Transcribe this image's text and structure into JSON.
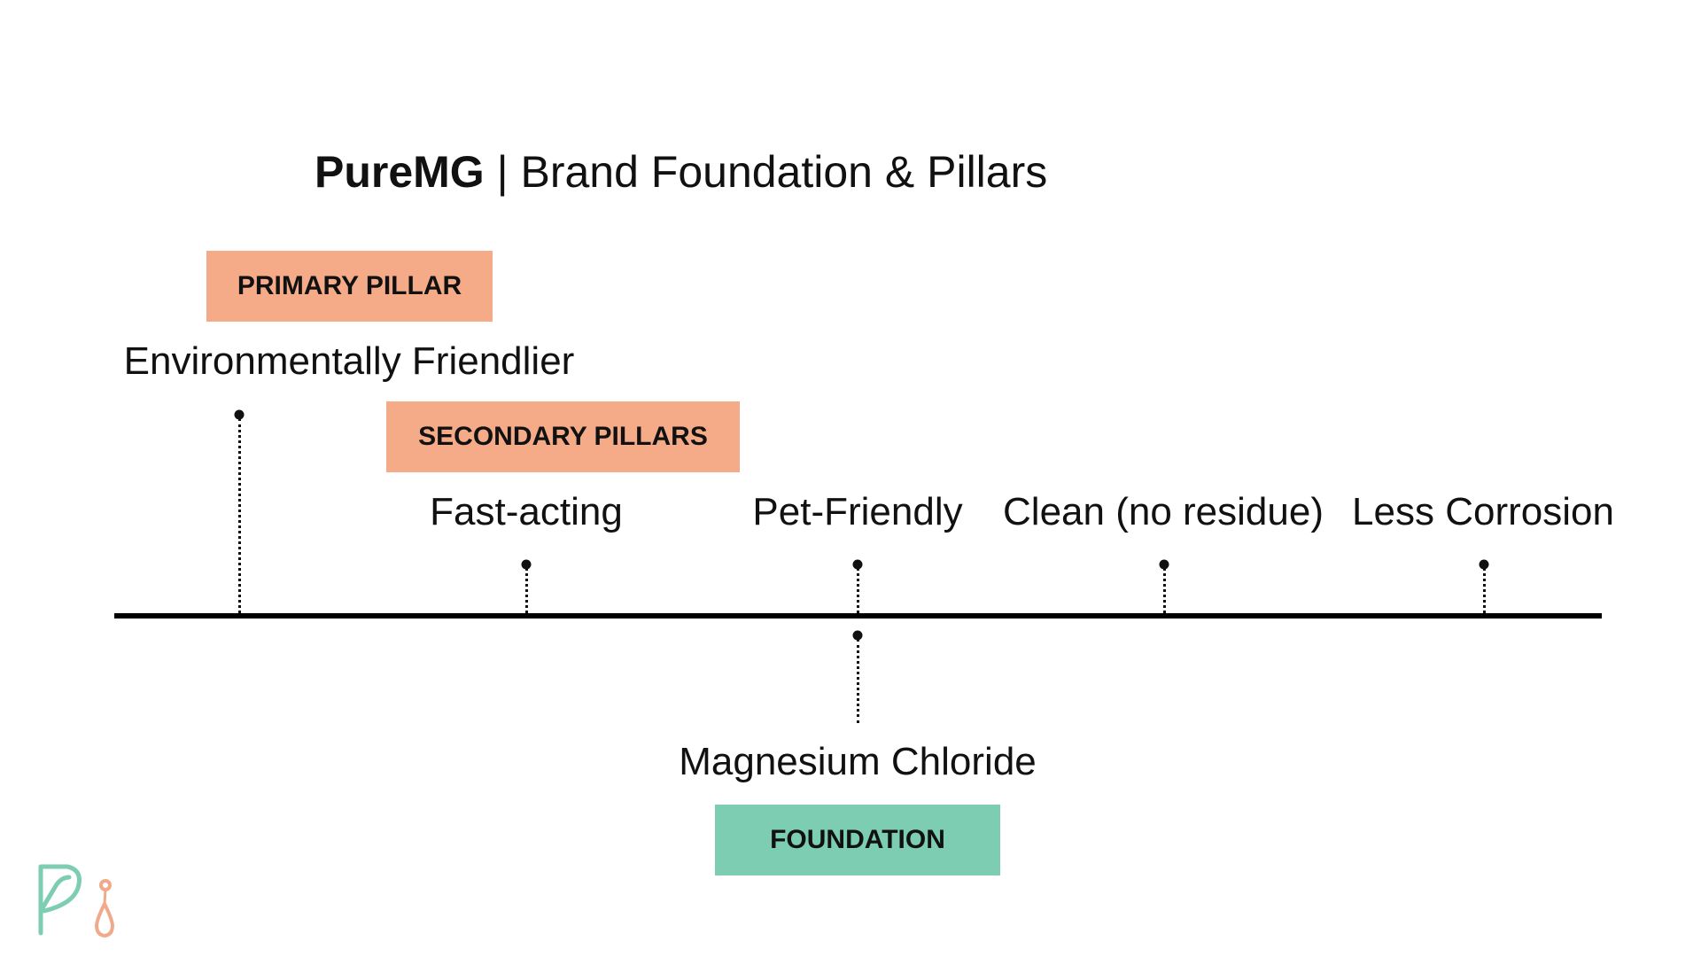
{
  "title": {
    "brand": "PureMG",
    "rest": " | Brand Foundation & Pillars"
  },
  "primary": {
    "badge": "PRIMARY PILLAR",
    "item": "Environmentally Friendlier"
  },
  "secondary": {
    "badge": "SECONDARY PILLARS",
    "items": [
      "Fast-acting",
      "Pet-Friendly",
      "Clean (no residue)",
      "Less Corrosion"
    ]
  },
  "foundation": {
    "badge": "FOUNDATION",
    "item": "Magnesium Chloride"
  },
  "colors": {
    "pillar_badge": "#f6ab88",
    "foundation_badge": "#7ccdb2",
    "logo_teal": "#7ccdb2",
    "logo_coral": "#f0a98a"
  },
  "logo": {
    "icon": "pi-logo-icon"
  }
}
